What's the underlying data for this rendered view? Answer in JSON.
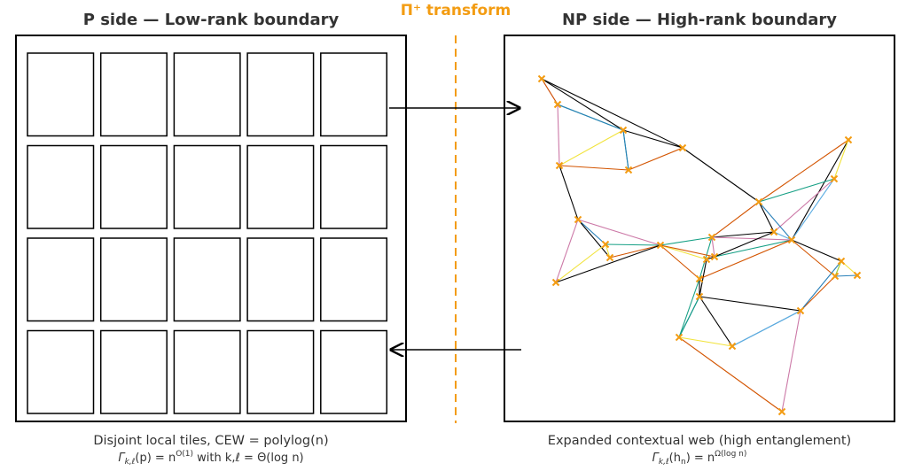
{
  "left_panel": {
    "title": "P side — Low-rank boundary",
    "tile_rows": 4,
    "tile_cols": 5,
    "caption": "Disjoint local tiles, CEW = polylog(n)",
    "formula": {
      "lhs": "Γ",
      "lhs_sub": "k,ℓ",
      "arg": "(p) = n",
      "exp": "O(1)",
      "tail": "  with  k,ℓ = Θ(log n)"
    }
  },
  "center": {
    "title": "Π⁺ transform",
    "color": "#f39c12"
  },
  "right_panel": {
    "title": "NP side — High-rank boundary",
    "caption": "Expanded contextual web (high entanglement)",
    "formula": {
      "lhs": "Γ",
      "lhs_sub": "k,ℓ",
      "arg": "(h",
      "arg_sub": "n",
      "arg2": ") = n",
      "exp": "Ω(log n)"
    }
  },
  "arrows": [
    {
      "name": "forward-arrow",
      "direction": "right"
    },
    {
      "name": "backward-arrow",
      "direction": "left"
    }
  ],
  "colors": {
    "node": "#f39c12",
    "edge_palette": [
      "#000000",
      "#d35400",
      "#16a085",
      "#2980b9",
      "#f1e33c",
      "#cc79a7",
      "#5dade2",
      "#9acd32"
    ]
  }
}
